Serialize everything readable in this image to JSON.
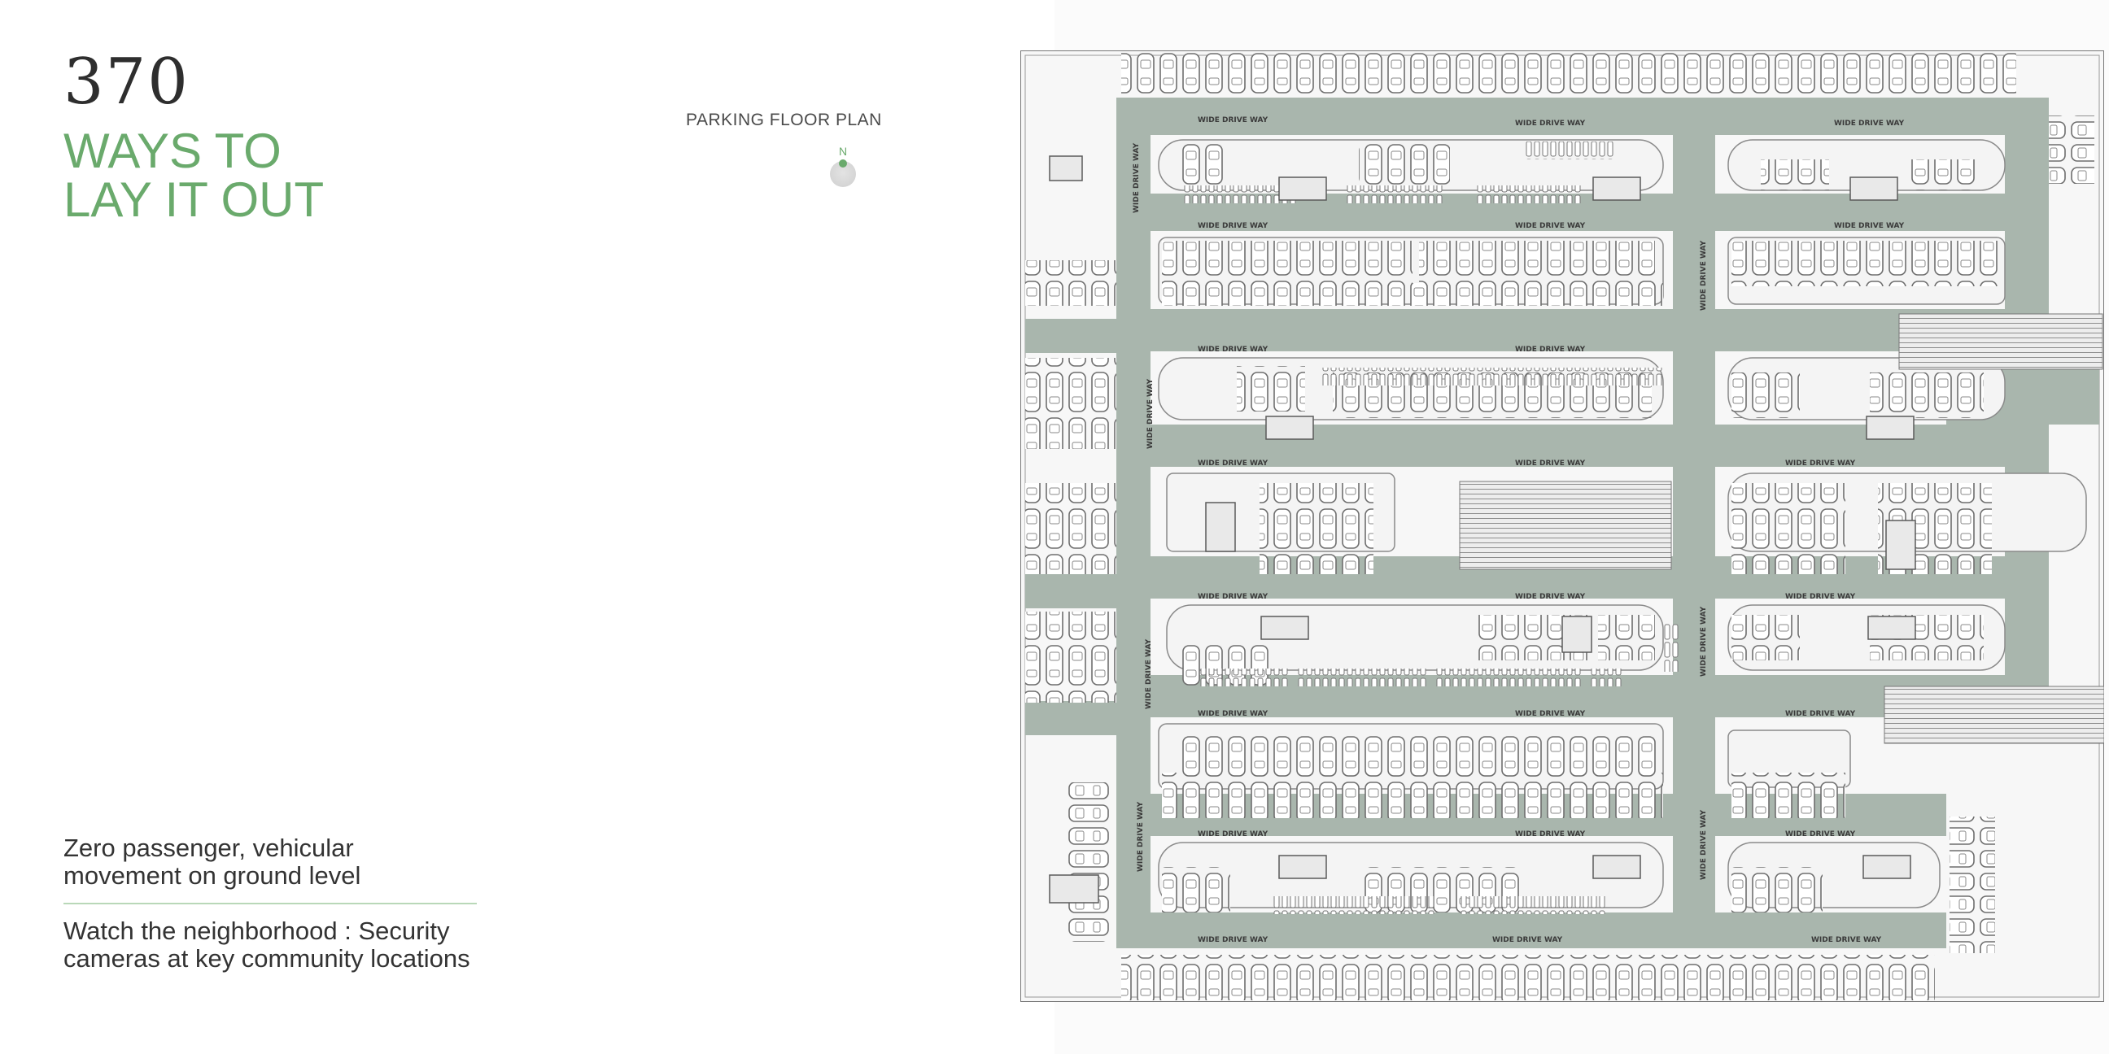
{
  "headline": {
    "number": "370",
    "lines": [
      "WAYS TO",
      "LAY IT OUT"
    ]
  },
  "plan": {
    "label": "PARKING FLOOR PLAN",
    "compass": "N",
    "driveway_label": "WIDE DRIVE WAY"
  },
  "features": [
    {
      "lines": [
        "Zero passenger, vehicular",
        "movement on ground level"
      ]
    },
    {
      "lines": [
        "Watch the neighborhood : Security",
        "cameras at key community locations"
      ]
    }
  ],
  "colors": {
    "accent": "#6aaa6c",
    "driveway": "#a9b6ad",
    "text": "#333333"
  }
}
